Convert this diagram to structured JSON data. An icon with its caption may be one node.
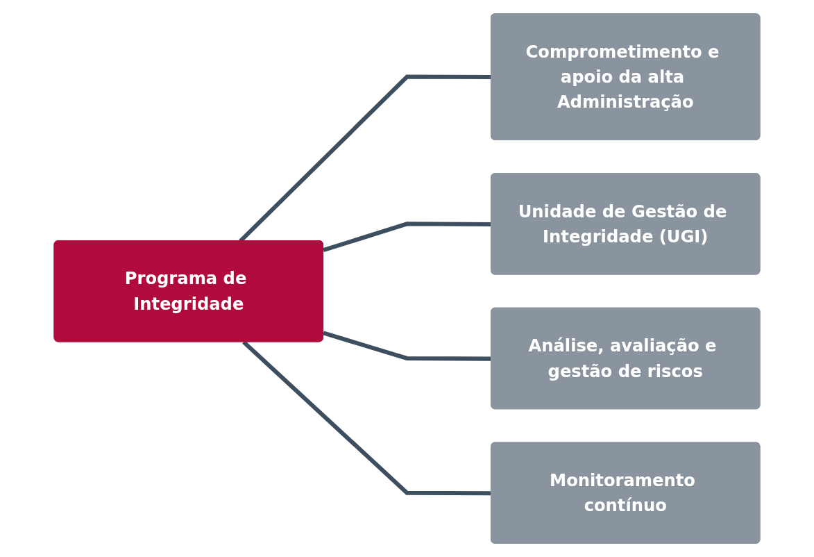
{
  "diagram": {
    "nodes": [
      {
        "text": [
          "Programa de Integridade"
        ]
      },
      {
        "text": [
          "Comprometimento e apoio da alta Administração"
        ]
      },
      {
        "text": [
          "Unidade de Gestão de Integridade (UGI)"
        ]
      },
      {
        "text": [
          "Análise, avaliação e gestão de riscos"
        ]
      },
      {
        "text": [
          "Monitoramento contínuo"
        ]
      }
    ],
    "edges": [
      {
        "from": 0,
        "to": 1,
        "arrow": "none"
      },
      {
        "from": 0,
        "to": 2,
        "arrow": "none"
      },
      {
        "from": 0,
        "to": 3,
        "arrow": "none"
      },
      {
        "from": 0,
        "to": 4,
        "arrow": "none"
      }
    ]
  }
}
